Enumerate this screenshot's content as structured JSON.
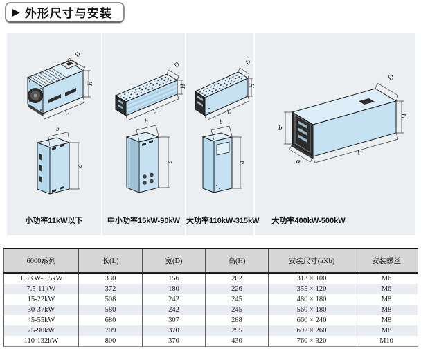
{
  "page": {
    "title": "外形尺寸与安装",
    "title_icon": "▶"
  },
  "diagrams": {
    "dims": {
      "D": "D",
      "H": "H",
      "L": "L",
      "a": "a",
      "b": "b"
    },
    "panels": [
      {
        "caption": "小功率11kW以下"
      },
      {
        "caption": "中小功率15kW-90kW"
      },
      {
        "caption": "大功率110kW-315kW"
      },
      {
        "caption": "大功率400kW-500kW"
      }
    ]
  },
  "table": {
    "headers": [
      "6000系列",
      "长(L)",
      "宽(D)",
      "高(H)",
      "安装尺寸(aXb)",
      "安装螺丝"
    ],
    "rows": [
      [
        "1.5KW-5.5kW",
        "330",
        "156",
        "202",
        "313 × 100",
        "M6"
      ],
      [
        "7.5-11kW",
        "372",
        "180",
        "226",
        "355 × 120",
        "M6"
      ],
      [
        "15-22kW",
        "508",
        "242",
        "245",
        "480 × 180",
        "M8"
      ],
      [
        "30-37kW",
        "580",
        "242",
        "245",
        "560 × 180",
        "M8"
      ],
      [
        "45-55kW",
        "680",
        "307",
        "288",
        "660 × 240",
        "M8"
      ],
      [
        "75-90kW",
        "709",
        "370",
        "295",
        "692 × 260",
        "M8"
      ],
      [
        "110-132kW",
        "800",
        "370",
        "430",
        "760 × 320",
        "M10"
      ]
    ]
  }
}
